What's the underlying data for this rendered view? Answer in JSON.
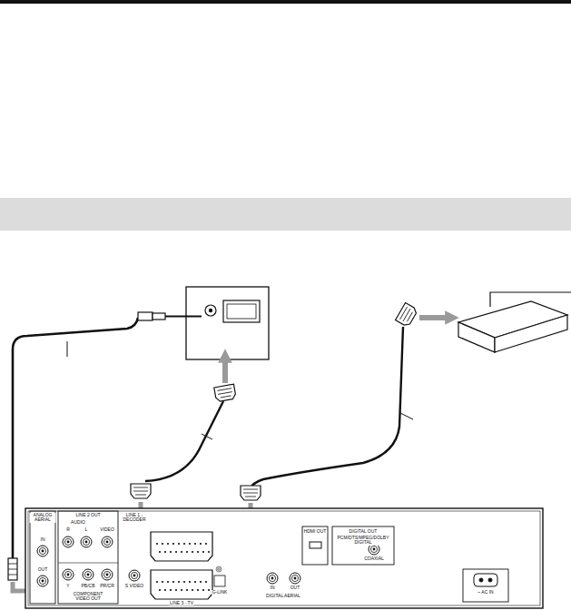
{
  "diagram": {
    "labels": [
      "ANALOG AERIAL",
      "IN",
      "OUT",
      "LINE 2 OUT",
      "AUDIO",
      "R",
      "L",
      "VIDEO",
      "Y",
      "PB/CB",
      "PR/CR",
      "COMPONENT VIDEO OUT",
      "S VIDEO",
      "LINE 1 - DECODER",
      "LINE 3 - TV",
      "G-LINK",
      "HDMI OUT",
      "DIGITAL OUT",
      "PCM/DTS/MPEG/DOLBY DIGITAL",
      "COAXIAL",
      "IN",
      "OUT",
      "DIGITAL AERIAL",
      "~ AC IN"
    ]
  }
}
